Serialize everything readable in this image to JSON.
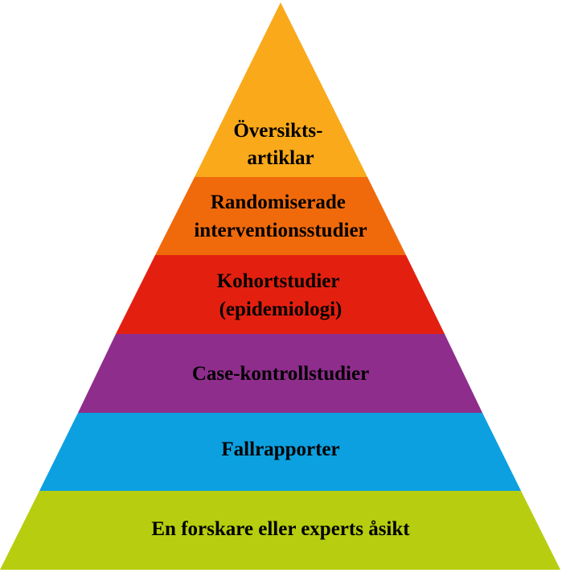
{
  "pyramid": {
    "tiers": [
      {
        "lines": [
          "Översikts-",
          "artiklar"
        ],
        "color": "#F9A91A"
      },
      {
        "lines": [
          "Randomiserade",
          "interventionsstudier"
        ],
        "color": "#F06A0C"
      },
      {
        "lines": [
          "Kohortstudier",
          "(epidemiologi)"
        ],
        "color": "#E3200F"
      },
      {
        "lines": [
          "Case-kontrollstudier"
        ],
        "color": "#8E2D8C"
      },
      {
        "lines": [
          "Fallrapporter"
        ],
        "color": "#0CA0E0"
      },
      {
        "lines": [
          "En forskare eller experts åsikt"
        ],
        "color": "#B6CE0F"
      }
    ]
  }
}
